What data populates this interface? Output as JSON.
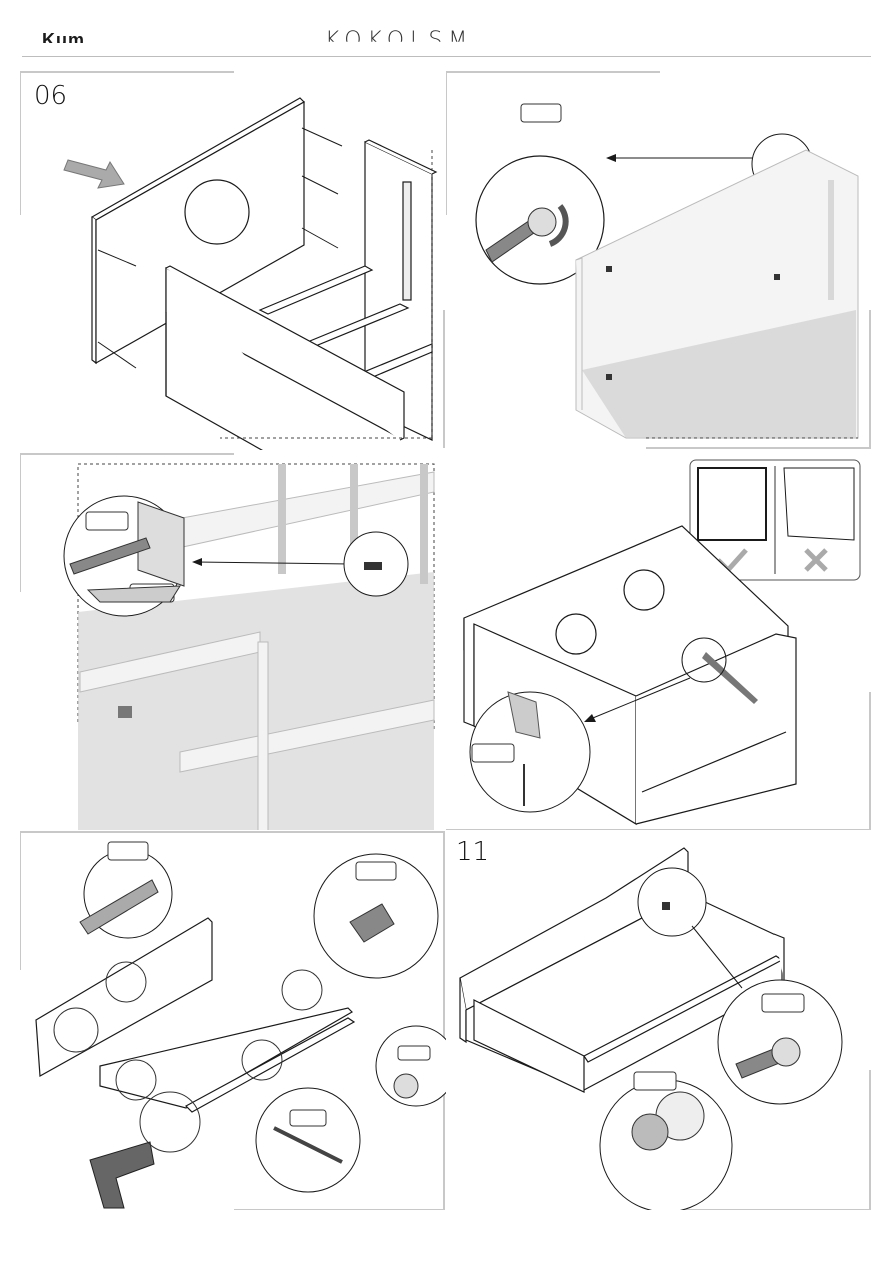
{
  "header": {
    "brand": "Kum",
    "product": "KOKOLSM"
  },
  "steps": {
    "s6": "06",
    "s11": "11"
  },
  "icons": {
    "ok": "check-icon",
    "wrong": "cross-icon"
  },
  "colors": {
    "line": "#1a1a1a",
    "frame": "#c8c8c8",
    "shade": "#bfbfbf",
    "arrow": "#9a9a9a"
  }
}
